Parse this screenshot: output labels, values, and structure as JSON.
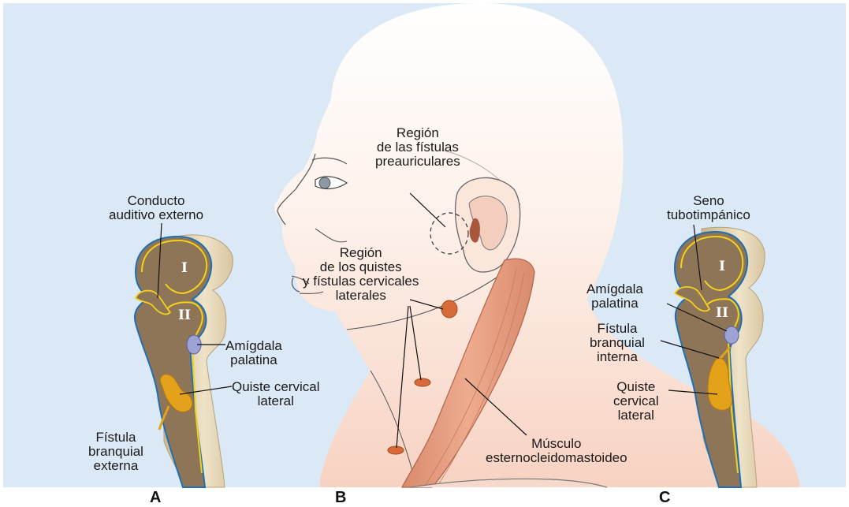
{
  "panels": {
    "a": {
      "letter": "A",
      "arch_1": "I",
      "arch_2": "II",
      "conducto": [
        "Conducto",
        "auditivo externo"
      ],
      "amigdala": [
        "Amígdala",
        "palatina"
      ],
      "quiste": [
        "Quiste cervical",
        "lateral"
      ],
      "fistula": [
        "Fístula",
        "branquial",
        "externa"
      ]
    },
    "b": {
      "letter": "B",
      "region_preauricular": [
        "Región",
        "de las fístulas",
        "preauriculares"
      ],
      "region_quistes": [
        "Región",
        "de los quistes",
        "y fístulas cervicales",
        "laterales"
      ],
      "musculo": [
        "Músculo",
        "esternocleidomastoideo"
      ]
    },
    "c": {
      "letter": "C",
      "arch_1": "I",
      "arch_2": "II",
      "seno": [
        "Seno",
        "tubotimpánico"
      ],
      "amigdala": [
        "Amígdala",
        "palatina"
      ],
      "fistula": [
        "Fístula",
        "branquial",
        "interna"
      ],
      "quiste": [
        "Quiste",
        "cervical",
        "lateral"
      ]
    }
  },
  "colors": {
    "background": "#dbe9f6",
    "skin": "#fbe3d7",
    "tissue": "#8e7558",
    "cyst": "#e3a21a",
    "tonsil": "#9ea3d6",
    "muscle": "#e5a083"
  }
}
